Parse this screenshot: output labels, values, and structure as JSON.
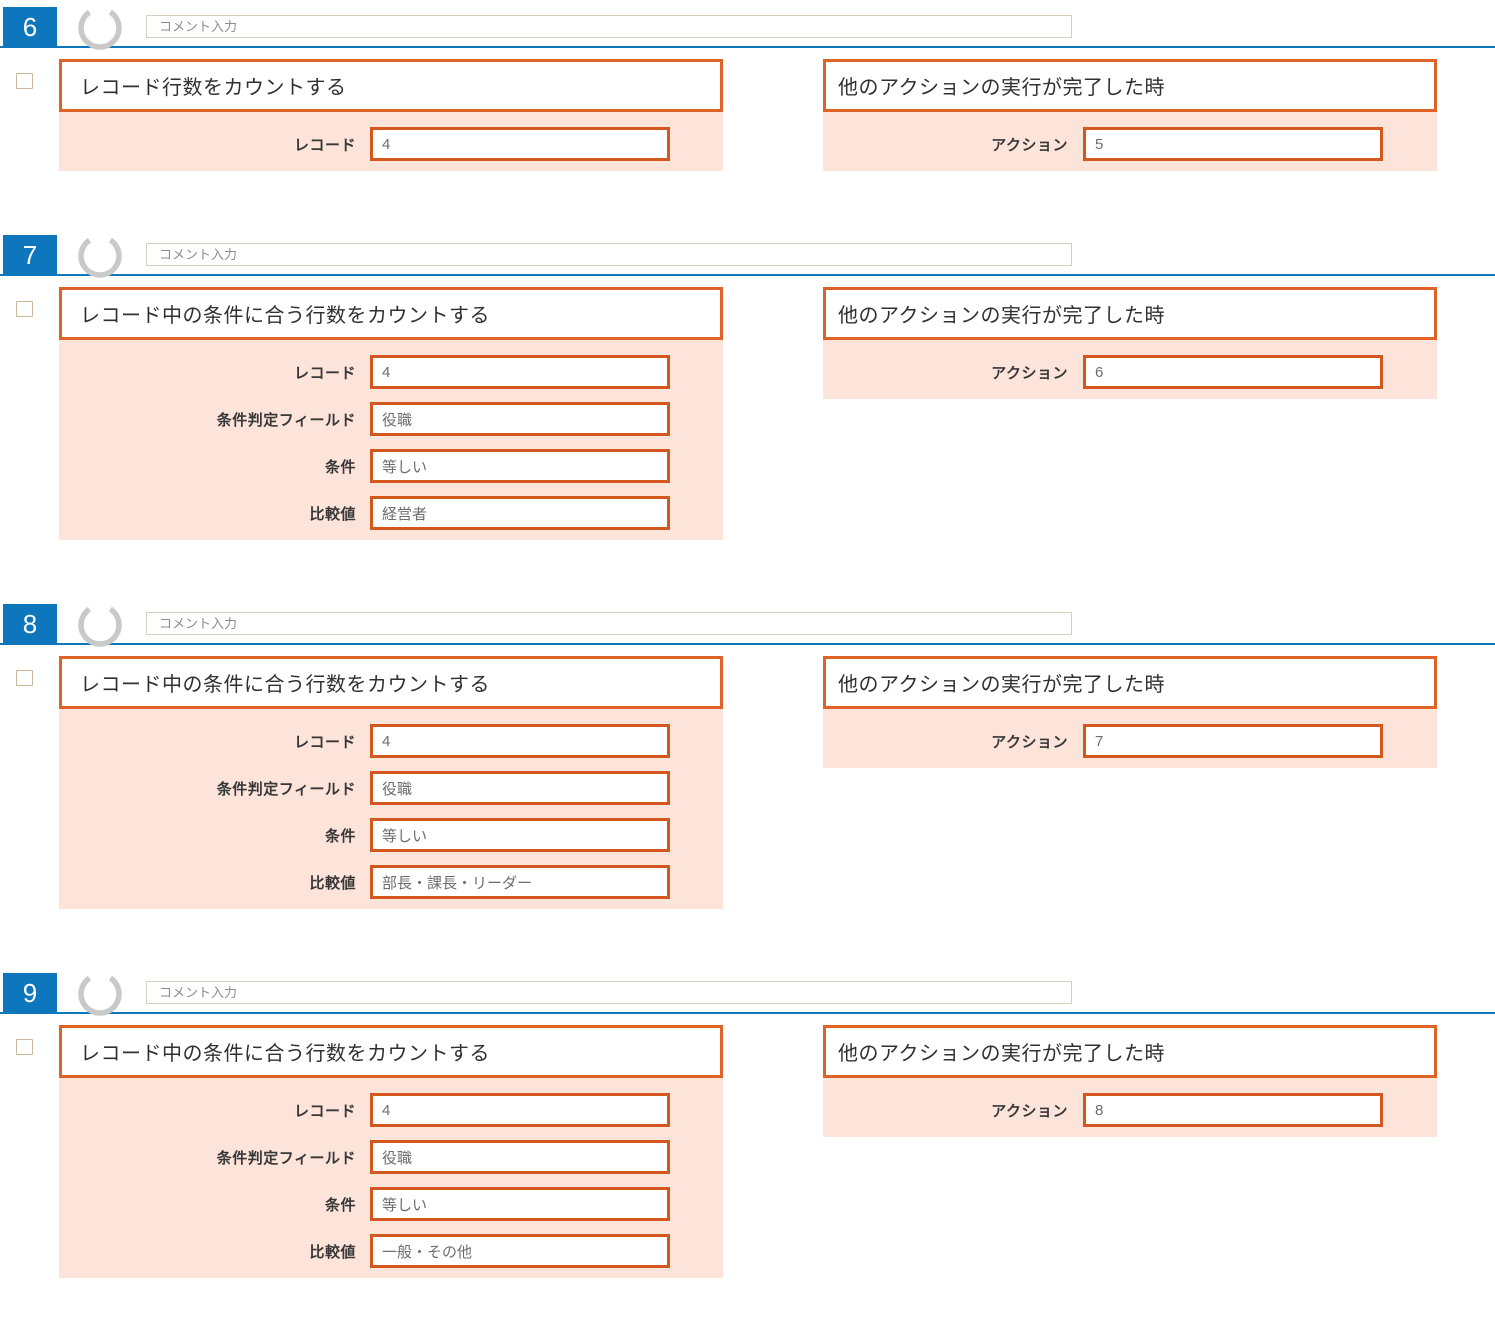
{
  "comment_placeholder": "コメント入力",
  "icons": {
    "status": "progress-ring-icon",
    "checkbox": "select-checkbox"
  },
  "colors": {
    "accent_blue": "#0d76bd",
    "accent_orange": "#d4571d",
    "panel_pink": "#fce4da",
    "comment_border": "#d8cec0"
  },
  "sections": [
    {
      "number": "6",
      "action": {
        "title": "レコード行数をカウントする",
        "fields": [
          {
            "label": "レコード",
            "value": "4"
          }
        ]
      },
      "trigger": {
        "title": "他のアクションの実行が完了した時",
        "fields": [
          {
            "label": "アクション",
            "value": "5"
          }
        ]
      }
    },
    {
      "number": "7",
      "action": {
        "title": "レコード中の条件に合う行数をカウントする",
        "fields": [
          {
            "label": "レコード",
            "value": "4"
          },
          {
            "label": "条件判定フィールド",
            "value": "役職"
          },
          {
            "label": "条件",
            "value": "等しい"
          },
          {
            "label": "比較値",
            "value": "経営者"
          }
        ]
      },
      "trigger": {
        "title": "他のアクションの実行が完了した時",
        "fields": [
          {
            "label": "アクション",
            "value": "6"
          }
        ]
      }
    },
    {
      "number": "8",
      "action": {
        "title": "レコード中の条件に合う行数をカウントする",
        "fields": [
          {
            "label": "レコード",
            "value": "4"
          },
          {
            "label": "条件判定フィールド",
            "value": "役職"
          },
          {
            "label": "条件",
            "value": "等しい"
          },
          {
            "label": "比較値",
            "value": "部長・課長・リーダー"
          }
        ]
      },
      "trigger": {
        "title": "他のアクションの実行が完了した時",
        "fields": [
          {
            "label": "アクション",
            "value": "7"
          }
        ]
      }
    },
    {
      "number": "9",
      "action": {
        "title": "レコード中の条件に合う行数をカウントする",
        "fields": [
          {
            "label": "レコード",
            "value": "4"
          },
          {
            "label": "条件判定フィールド",
            "value": "役職"
          },
          {
            "label": "条件",
            "value": "等しい"
          },
          {
            "label": "比較値",
            "value": "一般・その他"
          }
        ]
      },
      "trigger": {
        "title": "他のアクションの実行が完了した時",
        "fields": [
          {
            "label": "アクション",
            "value": "8"
          }
        ]
      }
    }
  ]
}
